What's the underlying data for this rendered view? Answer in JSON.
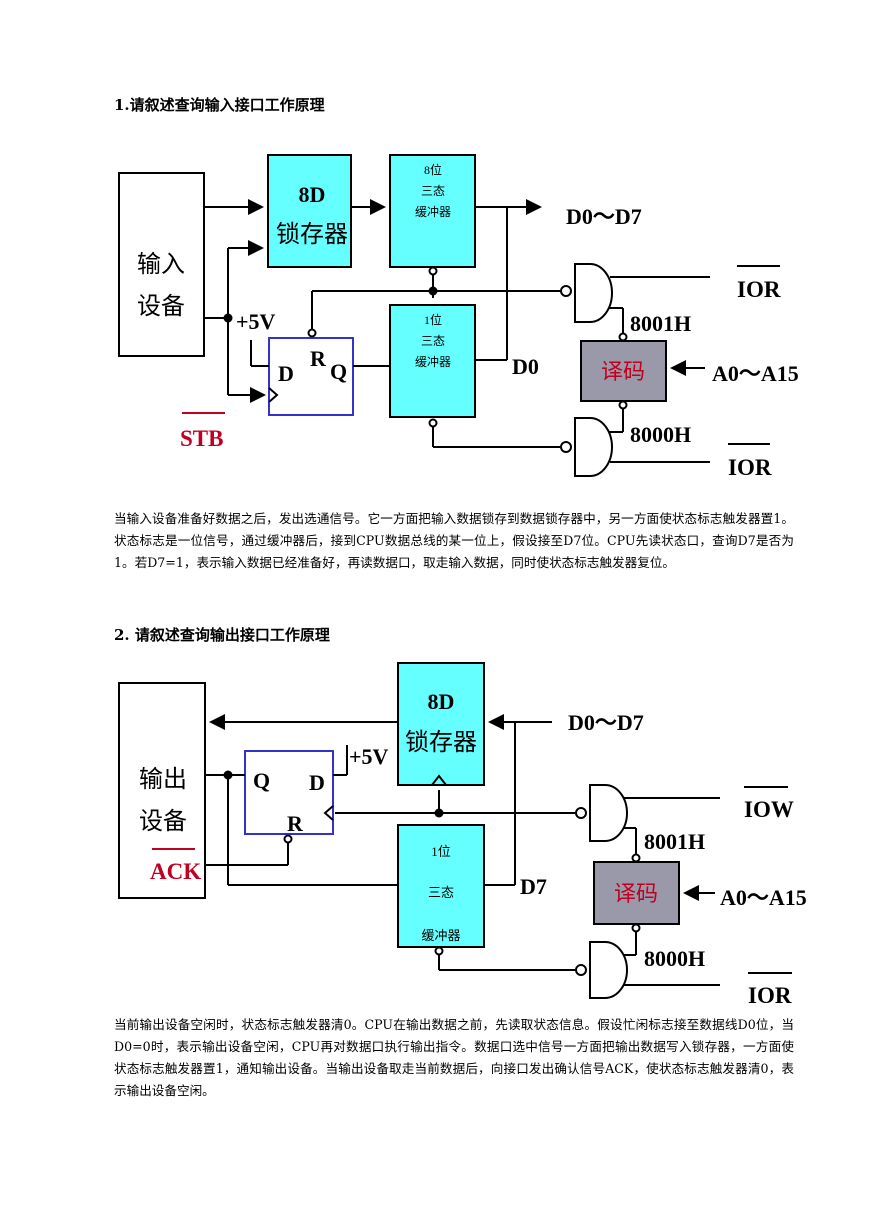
{
  "section1": {
    "heading": "1.请叙述查询输入接口工作原理",
    "diagram": {
      "input_device": [
        "输入",
        "设备"
      ],
      "latch_8d": [
        "8D",
        "锁存器"
      ],
      "buffer_8bit": [
        "8位",
        "三态",
        "缓冲器"
      ],
      "buffer_1bit": [
        "1位",
        "三态",
        "缓冲器"
      ],
      "data_bus": "D0～D7",
      "d0_label": "D0",
      "ff_d": "D",
      "ff_r": "R",
      "ff_q": "Q",
      "plus5v": "+5V",
      "stb": "STB",
      "ior_top": "IOR",
      "ior_bottom": "IOR",
      "addr_8001": "8001H",
      "addr_8000": "8000H",
      "decoder": "译码",
      "address_bus": "A0～A15"
    },
    "paragraph": "当输入设备准备好数据之后，发出选通信号。它一方面把输入数据锁存到数据锁存器中，另一方面使状态标志触发器置1。状态标志是一位信号，通过缓冲器后，接到CPU数据总线的某一位上，假设接至D7位。CPU先读状态口，查询D7是否为1。若D7=1，表示输入数据已经准备好，再读数据口，取走输入数据，同时使状态标志触发器复位。"
  },
  "section2": {
    "heading": "2. 请叙述查询输出接口工作原理",
    "diagram": {
      "output_device": [
        "输出",
        "设备"
      ],
      "ack": "ACK",
      "latch_8d": [
        "8D",
        "锁存器"
      ],
      "buffer_1bit": [
        "1位",
        "三态",
        "缓冲器"
      ],
      "data_bus": "D0～D7",
      "d7_label": "D7",
      "ff_q": "Q",
      "ff_d": "D",
      "ff_r": "R",
      "plus5v": "+5V",
      "iow": "IOW",
      "ior": "IOR",
      "addr_8001": "8001H",
      "addr_8000": "8000H",
      "decoder": "译码",
      "address_bus": "A0～A15"
    },
    "paragraph": "当前输出设备空闲时，状态标志触发器清0。CPU在输出数据之前，先读取状态信息。假设忙闲标志接至数据线D0位，当D0=0时，表示输出设备空闲，CPU再对数据口执行输出指令。数据口选中信号一方面把输出数据写入锁存器，一方面使状态标志触发器置1，通知输出设备。当输出设备取走当前数据后，向接口发出确认信号ACK，使状态标志触发器清0，表示输出设备空闲。"
  },
  "colors": {
    "cyan": "#66ffff",
    "decoder_fill": "#9999aa",
    "ff_border": "#3333cc",
    "red": "#c00020"
  }
}
